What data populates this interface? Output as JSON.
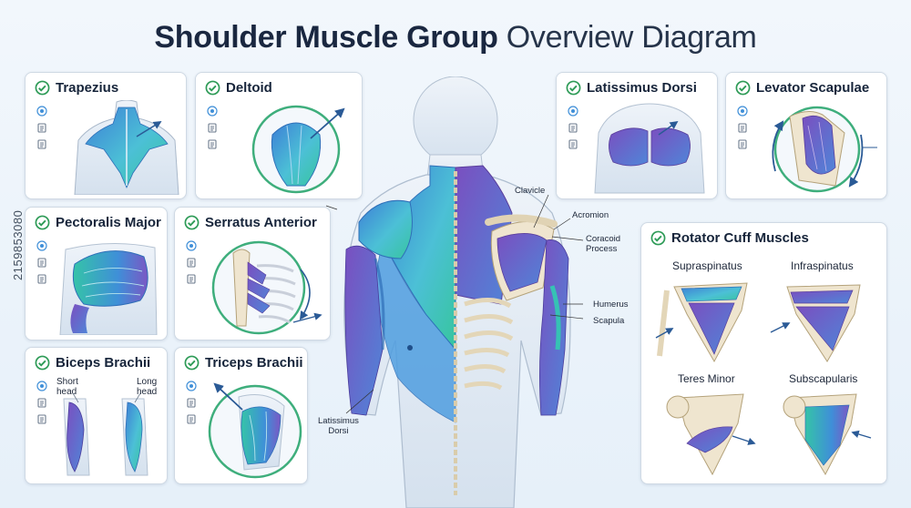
{
  "title": {
    "bold": "Shoulder Muscle Group",
    "regular": "Overview Diagram"
  },
  "cards": {
    "trapezius": "Trapezius",
    "deltoid": "Deltoid",
    "pectoralis": "Pectoralis Major",
    "serratus": "Serratus Anterior",
    "biceps": "Biceps Brachii",
    "triceps": "Triceps Brachii",
    "latissimus": "Latissimus Dorsi",
    "levator": "Levator Scapulae"
  },
  "biceps_labels": {
    "short": "Short\nhead",
    "long": "Long\nhead"
  },
  "rotator": {
    "title": "Rotator Cuff Muscles",
    "supraspinatus": "Supraspinatus",
    "infraspinatus": "Infraspinatus",
    "teres_minor": "Teres Minor",
    "subscapularis": "Subscapularis"
  },
  "anatomy_labels": {
    "clavicle": "Clavicle",
    "acromion": "Acromion",
    "coracoid": "Coracoid\nProcess",
    "humerus": "Humerus",
    "scapula": "Scapula",
    "lat_dorsi": "Latissimus\nDorsi"
  },
  "watermark": "2159853080",
  "colors": {
    "check": "#2e9b57",
    "blue": "#3f8fd8",
    "teal": "#36c2b4",
    "purple": "#8a5cc4",
    "arrow": "#2a5a96"
  }
}
